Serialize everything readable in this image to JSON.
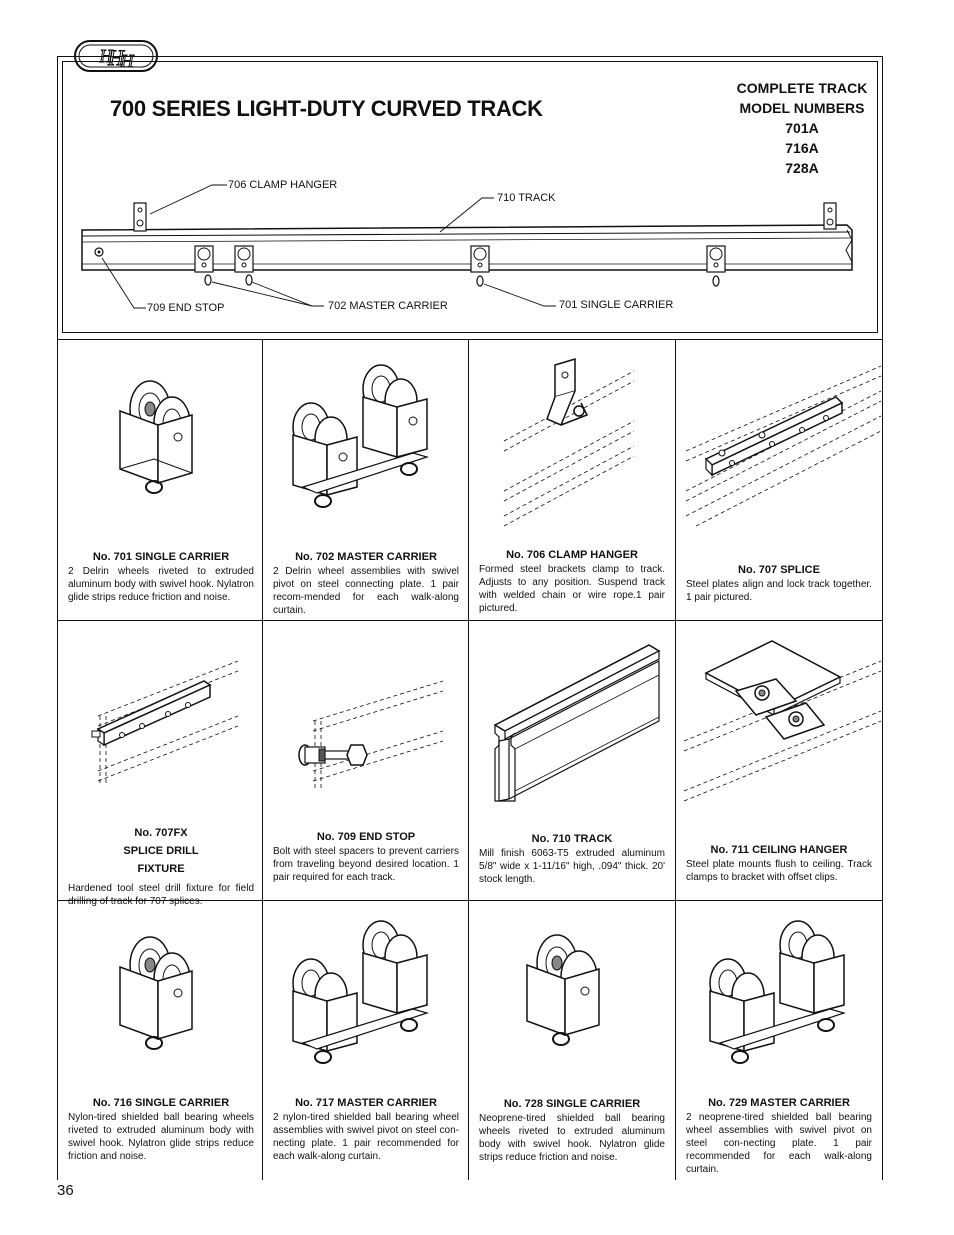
{
  "header": {
    "logo_text": "H&H",
    "title": "700 SERIES LIGHT-DUTY CURVED TRACK",
    "models_heading": [
      "COMPLETE TRACK",
      "MODEL NUMBERS"
    ],
    "models": [
      "701A",
      "716A",
      "728A"
    ]
  },
  "diagram": {
    "callouts": {
      "clamp_hanger": "706 CLAMP HANGER",
      "track": "710 TRACK",
      "end_stop": "709 END STOP",
      "master_carrier": "702 MASTER CARRIER",
      "single_carrier": "701 SINGLE CARRIER"
    }
  },
  "products": [
    {
      "name": "No. 701 SINGLE CARRIER",
      "desc": "2 Delrin wheels riveted to extruded aluminum body with swivel hook. Nylatron glide strips reduce friction and noise."
    },
    {
      "name": "No. 702 MASTER CARRIER",
      "desc": "2 Delrin wheel assemblies with swivel pivot on steel connecting plate. 1 pair recom-mended for each walk-along curtain."
    },
    {
      "name": "No. 706 CLAMP HANGER",
      "desc": "Formed steel brackets clamp to track. Adjusts to any position. Suspend track with welded chain or wire rope.1 pair pictured."
    },
    {
      "name": "No. 707 SPLICE",
      "desc": "Steel plates align and lock track together. 1 pair pictured."
    },
    {
      "name": "No. 707FX SPLICE DRILL FIXTURE",
      "desc": "Hardened tool steel drill fixture for field drilling of track for 707 splices."
    },
    {
      "name": "No. 709 END STOP",
      "desc": "Bolt with steel spacers to prevent carriers from traveling beyond desired location. 1 pair required for each track."
    },
    {
      "name": "No. 710 TRACK",
      "desc": "Mill finish 6063-T5 extruded aluminum 5/8\" wide x 1-11/16\" high, .094\" thick. 20' stock length."
    },
    {
      "name": "No. 711 CEILING HANGER",
      "desc": "Steel plate mounts flush to ceiling. Track clamps to bracket with offset clips."
    },
    {
      "name": "No. 716 SINGLE CARRIER",
      "desc": "Nylon-tired shielded ball bearing wheels riveted to extruded aluminum body with swivel hook.   Nylatron glide strips reduce friction and noise."
    },
    {
      "name": "No. 717 MASTER CARRIER",
      "desc": "2 nylon-tired shielded ball bearing wheel assemblies with swivel pivot on steel con-necting plate. 1 pair recommended for each walk-along curtain."
    },
    {
      "name": "No. 728 SINGLE CARRIER",
      "desc": "Neoprene-tired shielded ball bearing wheels riveted to extruded aluminum body with swivel hook. Nylatron glide strips reduce friction and noise."
    },
    {
      "name": "No. 729 MASTER CARRIER",
      "desc": "2 neoprene-tired shielded ball bearing wheel assemblies with swivel pivot on steel con-necting plate. 1 pair recommended for each walk-along curtain."
    }
  ],
  "footer": {
    "page_number": "36"
  }
}
